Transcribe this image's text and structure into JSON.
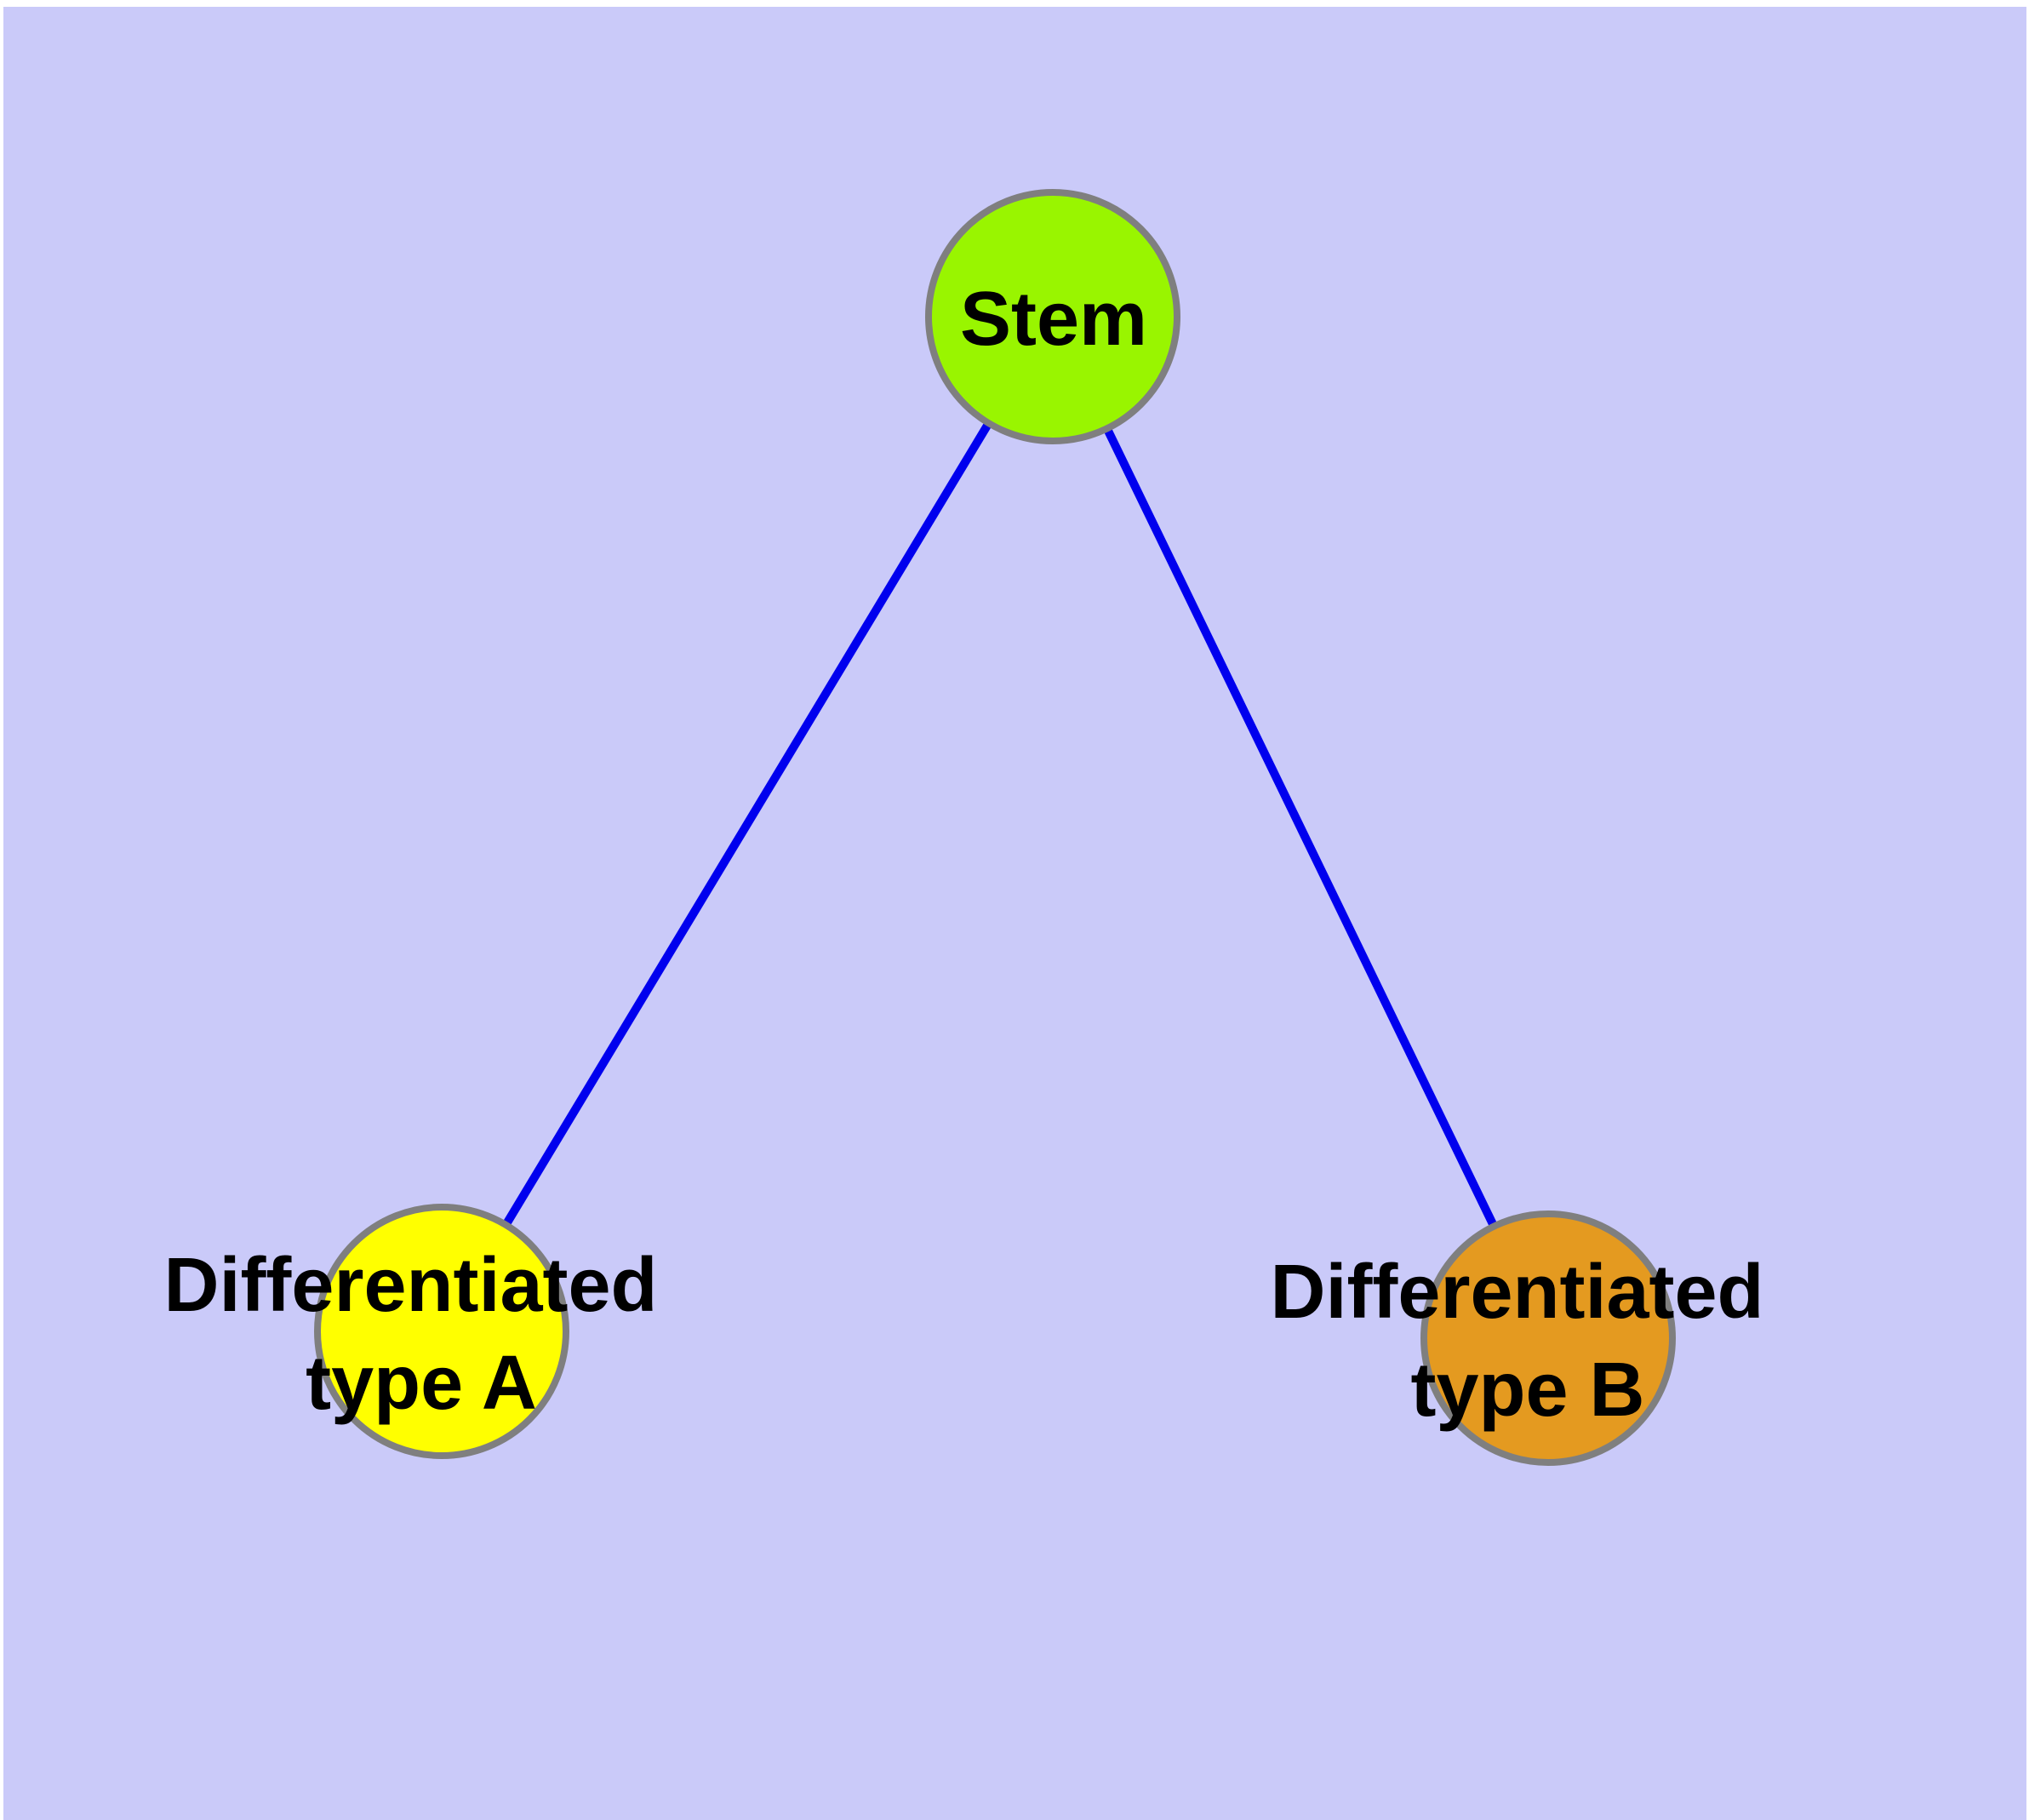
{
  "diagram": {
    "type": "node-link-graph",
    "background_color": "#CACAF9",
    "frame_color": "#FFFFFF",
    "edge_color": "#0000EE",
    "edge_width": 10,
    "node_border_color": "#7F7F7F",
    "text_color": "#000000",
    "nodes": [
      {
        "id": "stem",
        "label": "Stem",
        "label_lines": [
          "Stem"
        ],
        "fill": "#99F500"
      },
      {
        "id": "differentiated-type-a",
        "label": "Differentiated type A",
        "label_lines": [
          "Differentiated",
          "type A"
        ],
        "fill": "#FFFF00"
      },
      {
        "id": "differentiated-type-b",
        "label": "Differentiated type B",
        "label_lines": [
          "Differentiated",
          "type B"
        ],
        "fill": "#E49A20"
      }
    ],
    "edges": [
      {
        "from": "Stem",
        "to": "Differentiated type A"
      },
      {
        "from": "Stem",
        "to": "Differentiated type B"
      }
    ]
  }
}
